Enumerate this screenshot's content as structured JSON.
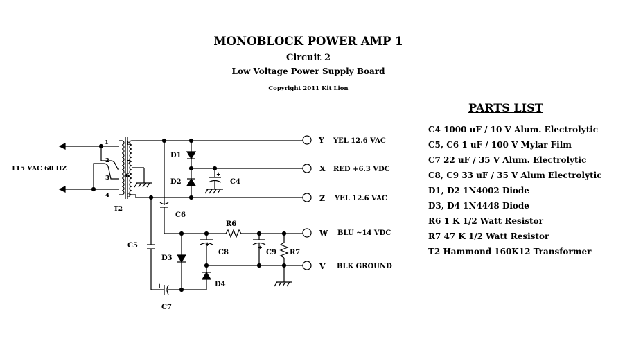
{
  "header": {
    "title": "MONOBLOCK POWER AMP 1",
    "circuit": "Circuit 2",
    "subtitle": "Low Voltage Power Supply Board",
    "copyright": "Copyright 2011 Kit Lion"
  },
  "parts_list": {
    "heading": "PARTS LIST",
    "items": [
      "C4  1000 uF / 10 V Alum. Electrolytic",
      "C5, C6  1 uF / 100 V  Mylar Film",
      "C7  22 uF / 35 V Alum. Electrolytic",
      "C8, C9  33 uF / 35 V Alum Electrolytic",
      "D1, D2  1N4002 Diode",
      "D3, D4 1N4448 Diode",
      "R6  1 K 1/2 Watt Resistor",
      "R7  47 K 1/2 Watt Resistor",
      "T2  Hammond 160K12 Transformer"
    ]
  },
  "schematic": {
    "input_label": "115 VAC 60 HZ",
    "transformer": {
      "label": "T2",
      "pins": [
        "1",
        "2",
        "3",
        "4",
        "5",
        "6",
        "7",
        "8"
      ]
    },
    "components": {
      "c4": "C4",
      "c5": "C5",
      "c6": "C6",
      "c7": "C7",
      "c8": "C8",
      "c9": "C9",
      "d1": "D1",
      "d2": "D2",
      "d3": "D3",
      "d4": "D4",
      "r6": "R6",
      "r7": "R7"
    },
    "polarity_mark": "+",
    "outputs": [
      {
        "terminal": "Y",
        "desc": "YEL  12.6 VAC"
      },
      {
        "terminal": "X",
        "desc": "RED  +6.3 VDC"
      },
      {
        "terminal": "Z",
        "desc": "YEL  12.6 VAC"
      },
      {
        "terminal": "W",
        "desc": "BLU  ~14 VDC"
      },
      {
        "terminal": "V",
        "desc": "BLK GROUND"
      }
    ]
  }
}
